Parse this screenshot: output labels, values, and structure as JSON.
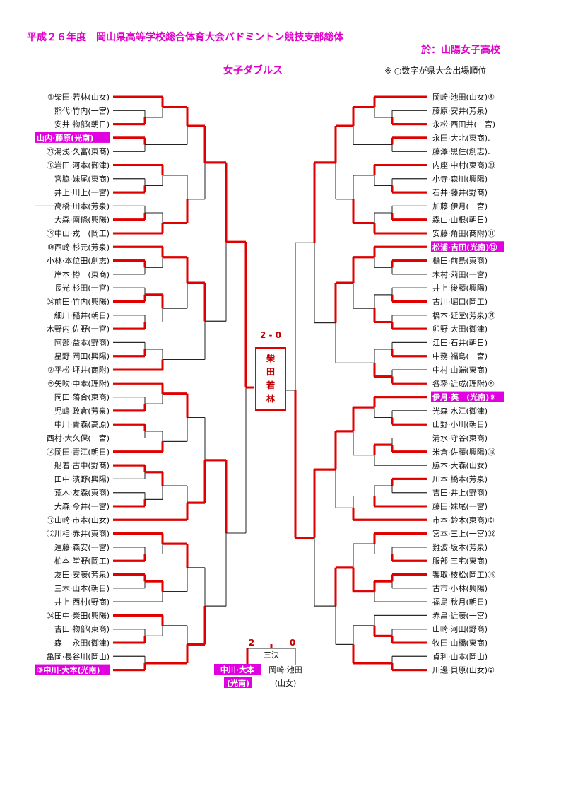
{
  "header": {
    "title": "平成２６年度　岡山県高等学校総合体育大会バドミントン競技支部総体",
    "venue": "於：山陽女子高校",
    "event": "女子ダブルス",
    "note": "※ ○数字が県大会出場順位"
  },
  "colors": {
    "highlight": "#e000e0",
    "winner_line": "#e00000",
    "line": "#222222"
  },
  "left_entries": [
    {
      "text": "①柴田·若林(山女)",
      "hl": false,
      "strike": false
    },
    {
      "text": "熊代·竹内(一宮)",
      "hl": false,
      "strike": false
    },
    {
      "text": "安井·物部(朝日)",
      "hl": false,
      "strike": false
    },
    {
      "text": "山内·藤原(光南)",
      "hl": true,
      "strike": false
    },
    {
      "text": "㉓湯浅·久富(東商)",
      "hl": false,
      "strike": false
    },
    {
      "text": "⑯岩田·河本(御津)",
      "hl": false,
      "strike": false
    },
    {
      "text": "宮脇·妹尾(東商)",
      "hl": false,
      "strike": false
    },
    {
      "text": "井上·川上(一宮)",
      "hl": false,
      "strike": false
    },
    {
      "text": "高橋·川本(芳泉)",
      "hl": false,
      "strike": true
    },
    {
      "text": "大森·南條(興陽)",
      "hl": false,
      "strike": false
    },
    {
      "text": "⑲中山·戎　(岡工)",
      "hl": false,
      "strike": false
    },
    {
      "text": "⑩西崎·杉元(芳泉)",
      "hl": false,
      "strike": false
    },
    {
      "text": "小林·本位田(創志)",
      "hl": false,
      "strike": false
    },
    {
      "text": "岸本·樽　(東商)",
      "hl": false,
      "strike": false
    },
    {
      "text": "長光·杉田(一宮)",
      "hl": false,
      "strike": false
    },
    {
      "text": "㉔前田·竹内(興陽)",
      "hl": false,
      "strike": false
    },
    {
      "text": "細川·稲井(朝日)",
      "hl": false,
      "strike": false
    },
    {
      "text": "木野内 佐野(一宮)",
      "hl": false,
      "strike": false
    },
    {
      "text": "阿部·益本(野商)",
      "hl": false,
      "strike": false
    },
    {
      "text": "星野·岡田(興陽)",
      "hl": false,
      "strike": false
    },
    {
      "text": "⑦平松·坪井(商附)",
      "hl": false,
      "strike": false
    },
    {
      "text": "⑤矢吹·中本(理附)",
      "hl": false,
      "strike": false
    },
    {
      "text": "岡田·落合(東商)",
      "hl": false,
      "strike": false
    },
    {
      "text": "児嶋·政倉(芳泉)",
      "hl": false,
      "strike": false
    },
    {
      "text": "中川·青森(高原)",
      "hl": false,
      "strike": false
    },
    {
      "text": "西村·大久保(一宮)",
      "hl": false,
      "strike": false
    },
    {
      "text": "⑭岡田·青江(朝日)",
      "hl": false,
      "strike": false
    },
    {
      "text": "船着·古中(野商)",
      "hl": false,
      "strike": false
    },
    {
      "text": "田中·濱野(興陽)",
      "hl": false,
      "strike": false
    },
    {
      "text": "荒木·友森(東商)",
      "hl": false,
      "strike": false
    },
    {
      "text": "大森·今井(一宮)",
      "hl": false,
      "strike": false
    },
    {
      "text": "⑰山崎·市本(山女)",
      "hl": false,
      "strike": false
    },
    {
      "text": "⑫川相·赤井(東商)",
      "hl": false,
      "strike": false
    },
    {
      "text": "遠藤·森安(一宮)",
      "hl": false,
      "strike": false
    },
    {
      "text": "柏本·堂野(岡工)",
      "hl": false,
      "strike": false
    },
    {
      "text": "友田·安藤(芳泉)",
      "hl": false,
      "strike": false
    },
    {
      "text": "三木·山本(朝日)",
      "hl": false,
      "strike": false
    },
    {
      "text": "井上·西村(野商)",
      "hl": false,
      "strike": false
    },
    {
      "text": "㉔田中·柴田(興陽)",
      "hl": false,
      "strike": false
    },
    {
      "text": "吉田·物部(東商)",
      "hl": false,
      "strike": false
    },
    {
      "text": "森　·永田(御津)",
      "hl": false,
      "strike": false
    },
    {
      "text": "亀岡·長谷川(岡山)",
      "hl": false,
      "strike": false
    },
    {
      "text": "③中川·大本(光南)",
      "hl": true,
      "strike": false
    }
  ],
  "right_entries": [
    {
      "text": "岡崎·池田(山女)④",
      "hl": false
    },
    {
      "text": "藤原·安井(芳泉)",
      "hl": false
    },
    {
      "text": "永松·西田井(一宮)",
      "hl": false
    },
    {
      "text": "永田·大北(東商).",
      "hl": false
    },
    {
      "text": "藤澤·黒住(創志).",
      "hl": false
    },
    {
      "text": "内座·中村(東商)⑳",
      "hl": false
    },
    {
      "text": "小寺·森川(興陽)",
      "hl": false
    },
    {
      "text": "石井·藤井(野商)",
      "hl": false
    },
    {
      "text": "加藤·伊月(一宮)",
      "hl": false
    },
    {
      "text": "森山·山根(朝日)",
      "hl": false
    },
    {
      "text": "安藤·角田(商附)⑪",
      "hl": false
    },
    {
      "text": "松浦·吉田(光南)⑬",
      "hl": true
    },
    {
      "text": "樋田·前島(東商)",
      "hl": false
    },
    {
      "text": "木村·苅田(一宮)",
      "hl": false
    },
    {
      "text": "井上·後藤(興陽)",
      "hl": false
    },
    {
      "text": "古川·堀口(岡工)",
      "hl": false
    },
    {
      "text": "橋本·延堂(芳泉)㉑",
      "hl": false
    },
    {
      "text": "卯野·太田(御津)",
      "hl": false
    },
    {
      "text": "江田·石井(朝日)",
      "hl": false
    },
    {
      "text": "中務·福島(一宮)",
      "hl": false
    },
    {
      "text": "中村·山端(東商)",
      "hl": false
    },
    {
      "text": "各務·近成(理附)⑥",
      "hl": false
    },
    {
      "text": "伊月·英　(光南)⑨",
      "hl": true
    },
    {
      "text": "光森·水江(御津)",
      "hl": false
    },
    {
      "text": "山野·小川(朝日)",
      "hl": false
    },
    {
      "text": "清水·守谷(東商)",
      "hl": false
    },
    {
      "text": "米倉·佐藤(興陽)⑱",
      "hl": false
    },
    {
      "text": "脇本·大森(山女)",
      "hl": false
    },
    {
      "text": "川本·橋本(芳泉)",
      "hl": false
    },
    {
      "text": "吉田·井上(野商)",
      "hl": false
    },
    {
      "text": "藤田·妹尾(一宮)",
      "hl": false
    },
    {
      "text": "市本·鈴木(東商)⑧",
      "hl": false
    },
    {
      "text": "宮本·三上(一宮)㉒",
      "hl": false
    },
    {
      "text": "難波·坂本(芳泉)",
      "hl": false
    },
    {
      "text": "服部·三宅(東商)",
      "hl": false
    },
    {
      "text": "饗取·枝松(岡工)⑮",
      "hl": false
    },
    {
      "text": "古市·小林(興陽)",
      "hl": false
    },
    {
      "text": "福島·秋月(朝日)",
      "hl": false
    },
    {
      "text": "赤畠·近藤(一宮)",
      "hl": false
    },
    {
      "text": "山崎·河田(野商)",
      "hl": false
    },
    {
      "text": "牧田·山橋(東商)",
      "hl": false
    },
    {
      "text": "貞利·山本(岡山)",
      "hl": false
    },
    {
      "text": "川邊·貝原(山女)②",
      "hl": false
    }
  ],
  "final": {
    "score": "2 - 0",
    "champion": [
      "柴",
      "田",
      "若",
      "林"
    ]
  },
  "third_place": {
    "label": "三決",
    "score_left": "2",
    "score_right": "0",
    "left_name": "中川·大本",
    "left_school": "(光南)",
    "right_name": "岡崎·池田",
    "right_school": "(山女)"
  }
}
